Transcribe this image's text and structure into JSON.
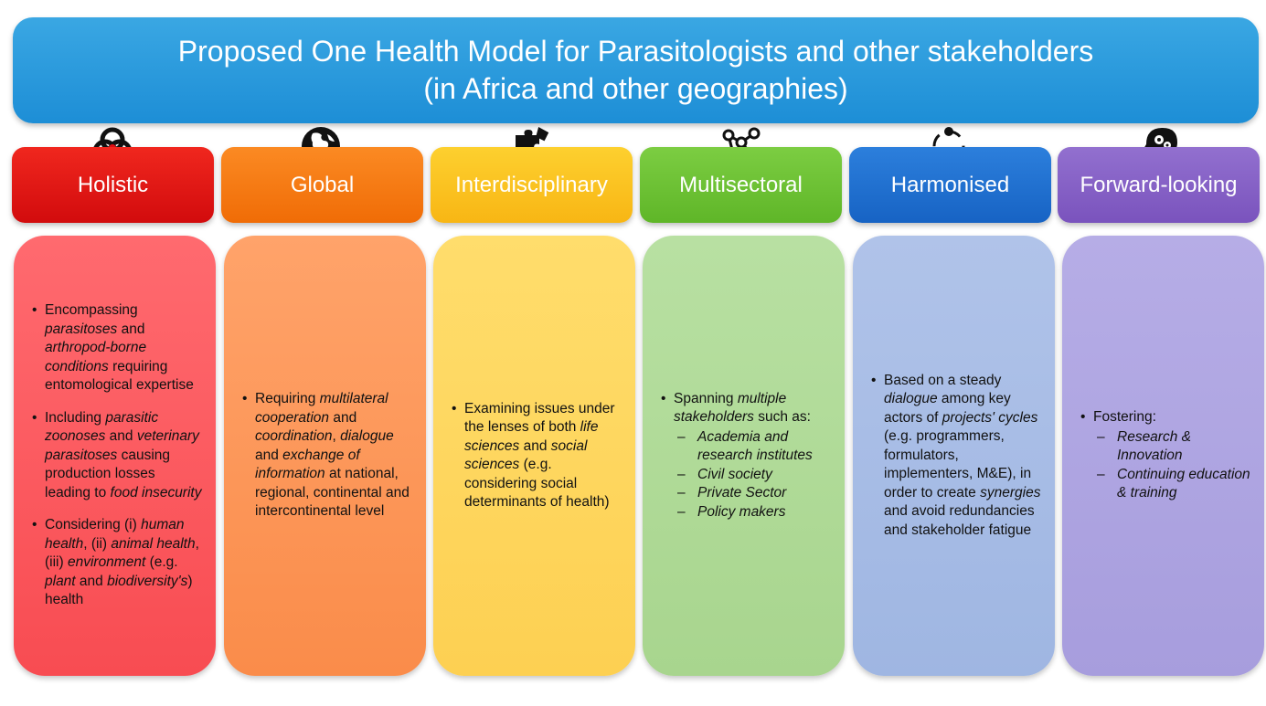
{
  "title": {
    "line1": "Proposed One Health Model for Parasitologists and other stakeholders",
    "line2": "(in Africa and other geographies)"
  },
  "colors": {
    "title_bar": "#2a9de0",
    "holistic": "#e60d12",
    "global": "#f57a0c",
    "interdisciplinary": "#fbc31d",
    "multisectoral": "#6cc233",
    "harmonised": "#1e6fd0",
    "forward_looking": "#8560c5"
  },
  "columns": [
    {
      "key": "holistic",
      "label": "Holistic",
      "icon": "venn-circles-icon",
      "bullets": [
        {
          "segments": [
            {
              "t": "Encompassing "
            },
            {
              "t": "parasitoses",
              "i": true
            },
            {
              "t": " and "
            },
            {
              "t": "arthropod-borne conditions",
              "i": true
            },
            {
              "t": " requiring entomological expertise"
            }
          ]
        },
        {
          "segments": [
            {
              "t": "Including "
            },
            {
              "t": "parasitic zoonoses",
              "i": true
            },
            {
              "t": " and "
            },
            {
              "t": "veterinary parasitoses",
              "i": true
            },
            {
              "t": " causing production losses leading to "
            },
            {
              "t": "food insecurity",
              "i": true
            }
          ]
        },
        {
          "segments": [
            {
              "t": "Considering (i) "
            },
            {
              "t": "human health",
              "i": true
            },
            {
              "t": ", (ii) "
            },
            {
              "t": "animal health",
              "i": true
            },
            {
              "t": ", (iii) "
            },
            {
              "t": "environment",
              "i": true
            },
            {
              "t": " (e.g. "
            },
            {
              "t": "plant",
              "i": true
            },
            {
              "t": " and "
            },
            {
              "t": "biodiversity's",
              "i": true
            },
            {
              "t": ") health"
            }
          ]
        }
      ]
    },
    {
      "key": "global",
      "label": "Global",
      "icon": "globe-icon",
      "bullets": [
        {
          "segments": [
            {
              "t": "Requiring "
            },
            {
              "t": "multilateral cooperation",
              "i": true
            },
            {
              "t": " and "
            },
            {
              "t": "coordination",
              "i": true
            },
            {
              "t": ", "
            },
            {
              "t": "dialogue",
              "i": true
            },
            {
              "t": " and "
            },
            {
              "t": "exchange of information",
              "i": true
            },
            {
              "t": " at national, regional, continental and intercontinental level"
            }
          ]
        }
      ]
    },
    {
      "key": "interdisciplinary",
      "label": "Interdisciplinary",
      "icon": "puzzle-icon",
      "bullets": [
        {
          "segments": [
            {
              "t": "Examining issues under the lenses of both "
            },
            {
              "t": "life sciences",
              "i": true
            },
            {
              "t": " and "
            },
            {
              "t": "social sciences",
              "i": true
            },
            {
              "t": " (e.g. considering social determinants of health)"
            }
          ]
        }
      ]
    },
    {
      "key": "multisectoral",
      "label": "Multisectoral",
      "icon": "network-icon",
      "bullets": [
        {
          "segments": [
            {
              "t": "Spanning "
            },
            {
              "t": "multiple stakeholders",
              "i": true
            },
            {
              "t": " such as:"
            }
          ],
          "sub": [
            "Academia and research institutes",
            "Civil society",
            "Private Sector",
            "Policy makers"
          ]
        }
      ]
    },
    {
      "key": "harmonised",
      "label": "Harmonised",
      "icon": "cycle-arrows-icon",
      "bullets": [
        {
          "segments": [
            {
              "t": "Based on a steady "
            },
            {
              "t": "dialogue",
              "i": true
            },
            {
              "t": " among key actors of "
            },
            {
              "t": "projects' cycles",
              "i": true
            },
            {
              "t": " (e.g. programmers, formulators, implementers, M&E), in order to create "
            },
            {
              "t": "synergies",
              "i": true
            },
            {
              "t": " and avoid redundancies and stakeholder fatigue"
            }
          ]
        }
      ]
    },
    {
      "key": "forward_looking",
      "label": "Forward-looking",
      "icon": "head-gears-icon",
      "bullets": [
        {
          "segments": [
            {
              "t": "Fostering:"
            }
          ],
          "sub": [
            "Research & Innovation",
            "Continuing education & training"
          ]
        }
      ]
    }
  ]
}
